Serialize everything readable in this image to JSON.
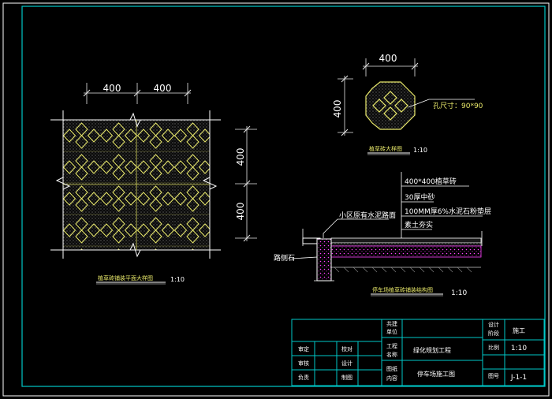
{
  "plan": {
    "dim_top_left": "400",
    "dim_top_right": "400",
    "dim_right_top": "400",
    "dim_right_bottom": "400",
    "title": "植草砖铺装平面大样图",
    "scale": "1:10"
  },
  "brick": {
    "dim_width": "400",
    "dim_height": "400",
    "hole_note": "孔尺寸：90*90",
    "title": "植草砖大样图",
    "scale": "1:10"
  },
  "section": {
    "layers": [
      "400*400植草砖",
      "30厚中砂",
      "100MM厚6%水泥石粉垫层",
      "素土夯实"
    ],
    "road_note": "小区原有水泥路面",
    "curb_note": "路侧石",
    "title": "停车场植草砖铺装结构图",
    "scale": "1:10"
  },
  "title_block": {
    "row1": [
      "审定",
      "校对"
    ],
    "row2": [
      "审核",
      "设计"
    ],
    "row3": [
      "负责",
      "制图"
    ],
    "proj_label": [
      "共建",
      "单位"
    ],
    "proj_name_label": [
      "工程",
      "名称"
    ],
    "proj_name": "绿化规划工程",
    "drawing_label": [
      "图纸",
      "内容"
    ],
    "drawing_name": "停车场施工图",
    "design_label": [
      "设计",
      "阶段"
    ],
    "design_value": "施工",
    "scale_label": "比例",
    "scale_value": "1:10",
    "no_label": "图号",
    "no_value": "J-1-1"
  },
  "colors": {
    "frame": "#ffffff",
    "border": "#00c8c8",
    "tile": "#e8e86a",
    "dim": "#e8e8e8",
    "hatch": "#ff40ff"
  }
}
